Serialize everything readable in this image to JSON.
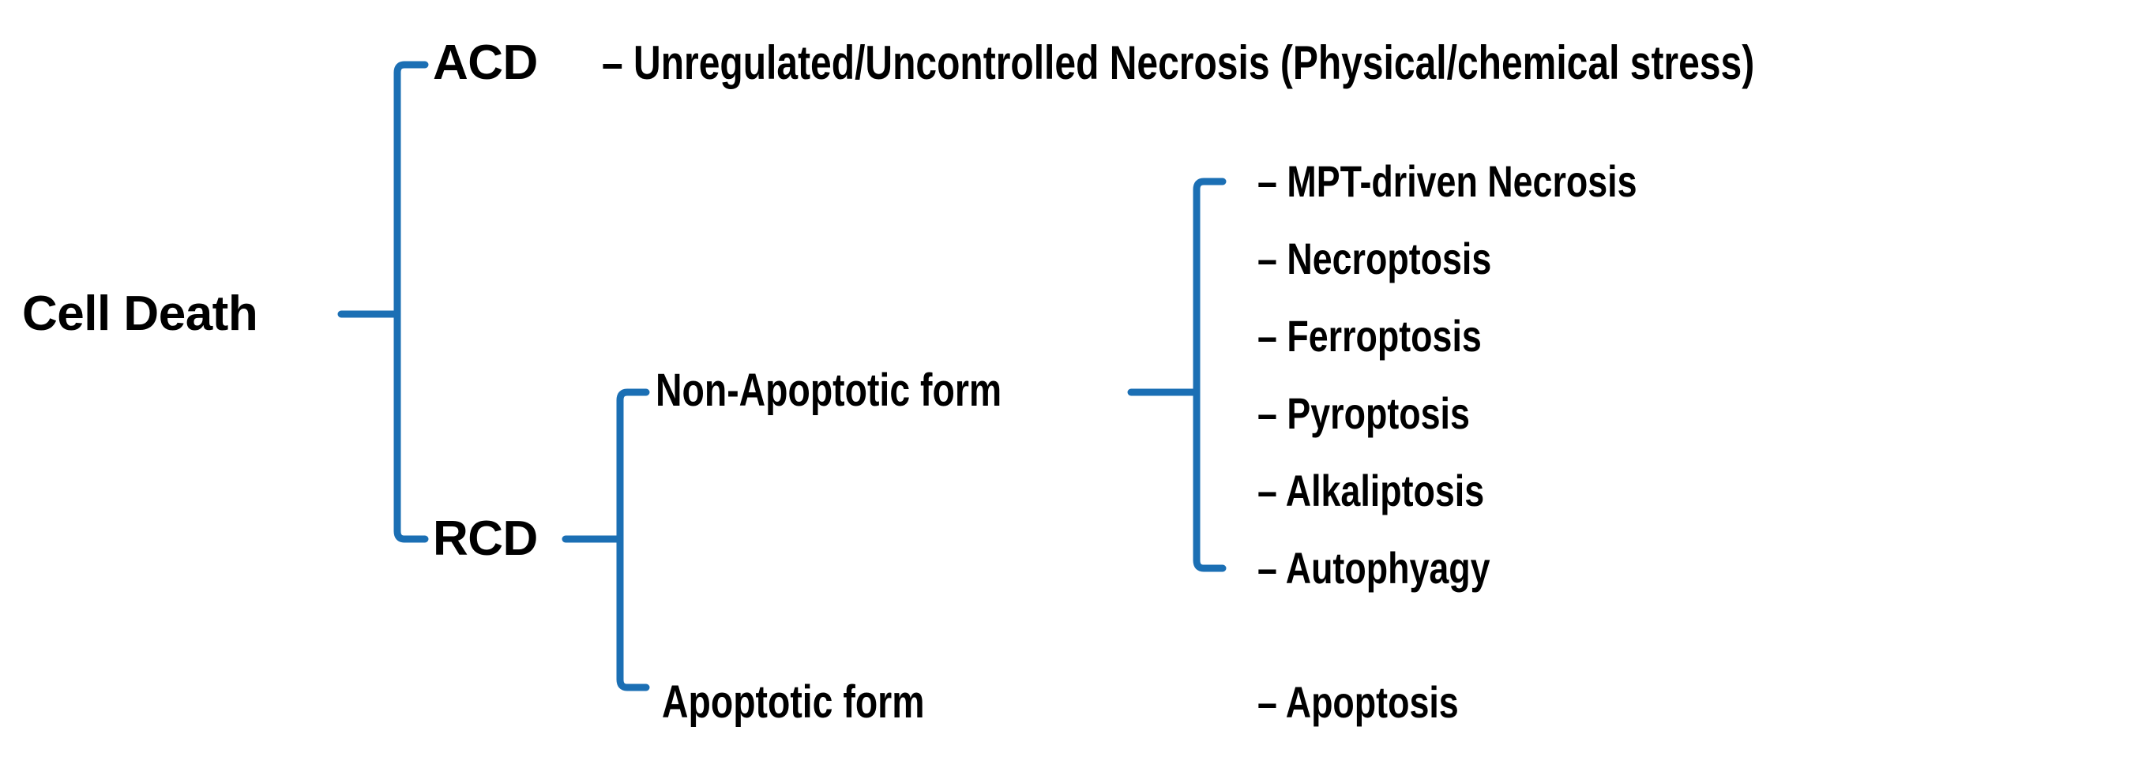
{
  "diagram": {
    "title": "Cell Death classification tree",
    "accent_color": "#1B6FB4",
    "text_color": "#000000",
    "background": "#ffffff",
    "root": {
      "label": "Cell Death"
    },
    "level1": [
      {
        "id": "acd",
        "label": "ACD",
        "leaf": "Unregulated/Uncontrolled Necrosis (Physical/chemical stress)",
        "dash": "–"
      },
      {
        "id": "rcd",
        "label": "RCD"
      }
    ],
    "level2": [
      {
        "id": "non-apoptotic",
        "label": "Non-Apoptotic form"
      },
      {
        "id": "apoptotic",
        "label": "Apoptotic form"
      }
    ],
    "non_apoptotic_items": [
      {
        "dash": "–",
        "label": "MPT-driven Necrosis"
      },
      {
        "dash": "–",
        "label": "Necroptosis"
      },
      {
        "dash": "–",
        "label": "Ferroptosis"
      },
      {
        "dash": "–",
        "label": "Pyroptosis"
      },
      {
        "dash": "–",
        "label": "Alkaliptosis"
      },
      {
        "dash": "–",
        "label": "Autophyagy"
      }
    ],
    "apoptotic_items": [
      {
        "dash": "–",
        "label": "Apoptosis"
      }
    ]
  }
}
